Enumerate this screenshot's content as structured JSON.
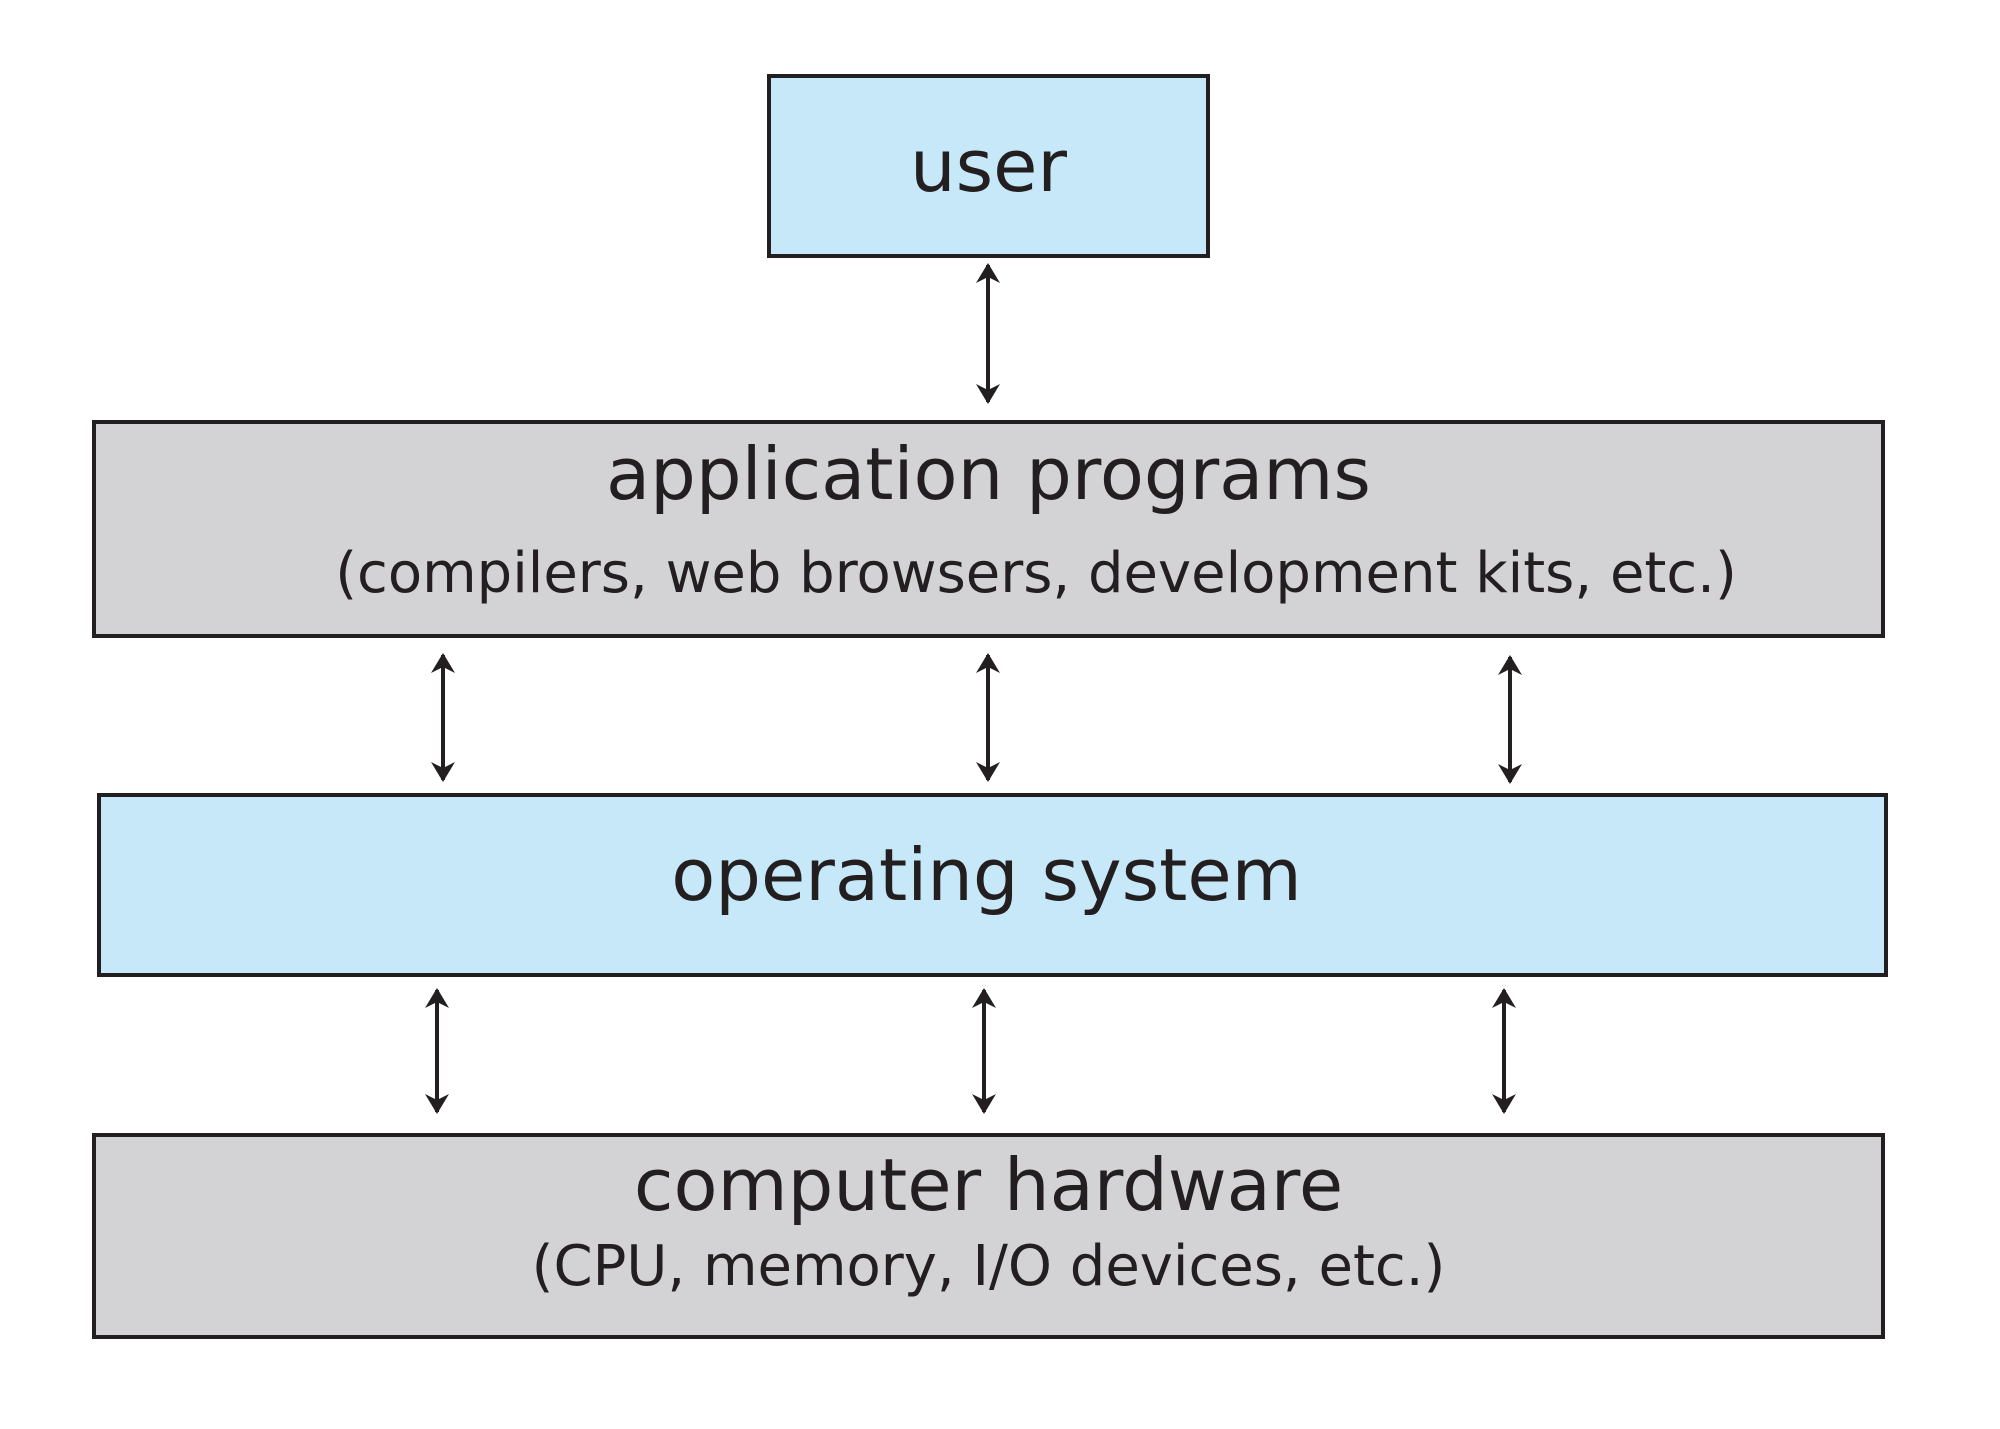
{
  "diagram": {
    "user": {
      "label": "user",
      "fill": "#c6e8f8"
    },
    "application_programs": {
      "label": "application programs",
      "detail": "(compilers, web browsers, development kits, etc.)",
      "fill": "#d3d3d5"
    },
    "operating_system": {
      "label": "operating system",
      "fill": "#c6e8f8"
    },
    "computer_hardware": {
      "label": "computer hardware",
      "detail": "(CPU, memory, I/O devices, etc.)",
      "fill": "#d3d3d5"
    },
    "connectors": [
      {
        "from": "user",
        "to": "application programs",
        "direction": "bidirectional",
        "count": 1
      },
      {
        "from": "application programs",
        "to": "operating system",
        "direction": "bidirectional",
        "count": 3
      },
      {
        "from": "operating system",
        "to": "computer hardware",
        "direction": "bidirectional",
        "count": 3
      }
    ],
    "stroke_color": "#231f20"
  }
}
